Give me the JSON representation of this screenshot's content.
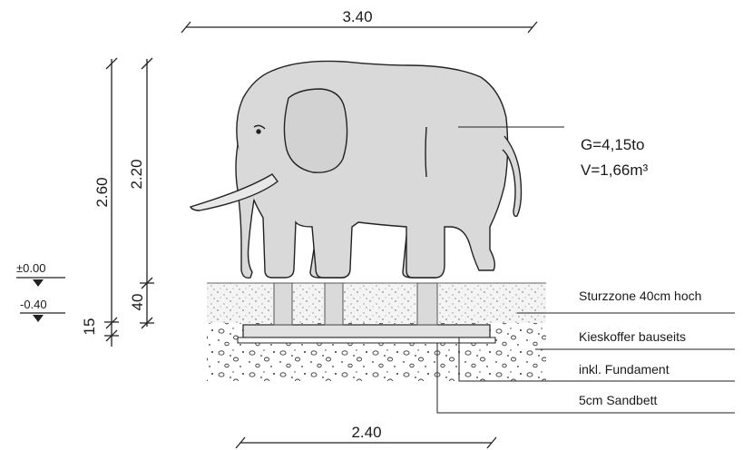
{
  "dimensions": {
    "top_width": "3.40",
    "bottom_width": "2.40",
    "total_height": "2.60",
    "elephant_height": "2.20",
    "fall_zone_depth": "40",
    "sandbed_depth": "15"
  },
  "levels": {
    "ground": "±0.00",
    "foundation": "-0.40"
  },
  "properties": {
    "weight": "G=4,15to",
    "volume": "V=1,66m³"
  },
  "labels": {
    "fall_zone": "Sturzzone 40cm hoch",
    "gravel": "Kieskoffer bauseits",
    "foundation": "inkl. Fundament",
    "sandbed": "5cm Sandbett"
  },
  "colors": {
    "elephant_fill": "#d9d9d9",
    "line": "#222222",
    "fall_zone_fill": "#eeeeee"
  }
}
